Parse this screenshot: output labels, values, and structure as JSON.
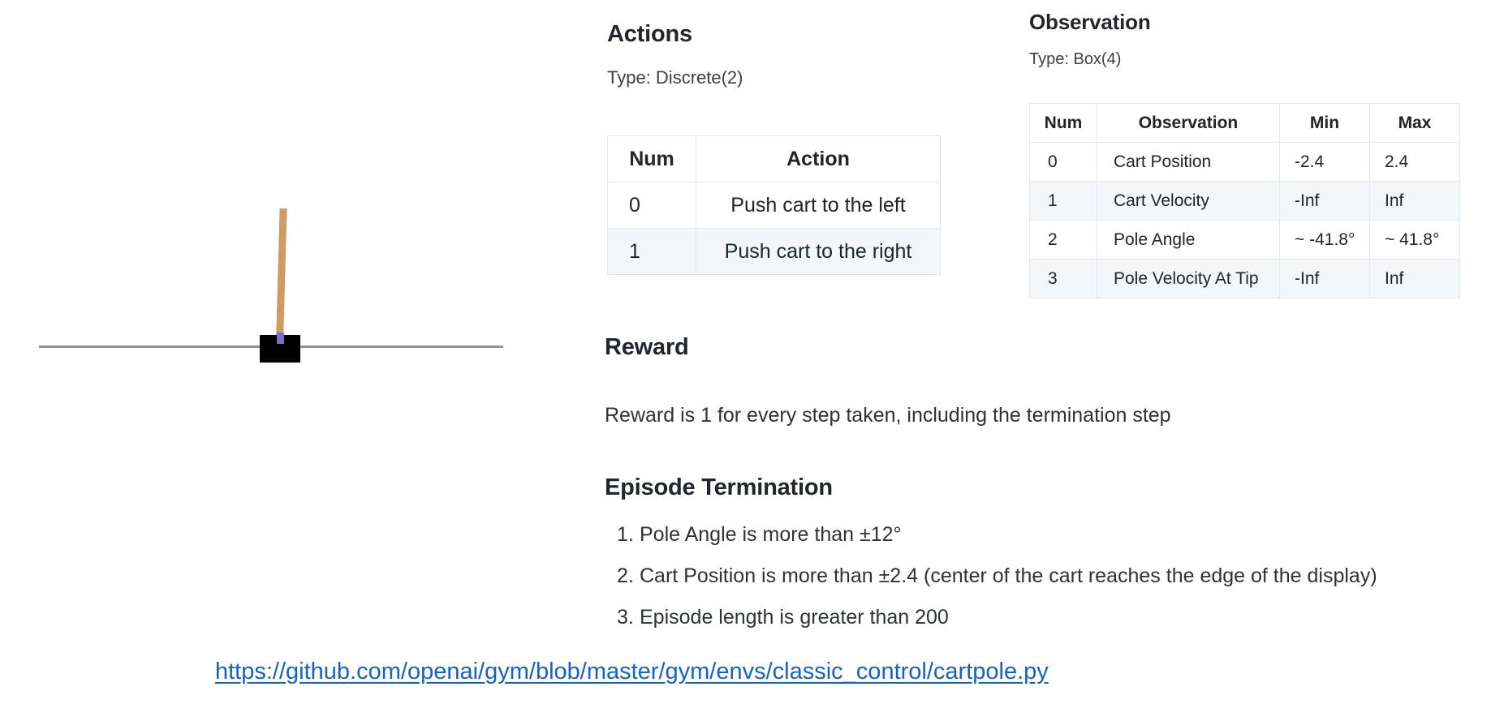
{
  "figure": {
    "name": "cartpole-environment-render",
    "pole_color": "#cf9a63",
    "cart_color": "#000000",
    "axle_color": "#7b6ecb",
    "track_color": "#8f9194"
  },
  "actions": {
    "heading": "Actions",
    "type_line": "Type: Discrete(2)",
    "columns": [
      "Num",
      "Action"
    ],
    "rows": [
      {
        "num": "0",
        "action": "Push cart to the left"
      },
      {
        "num": "1",
        "action": "Push cart to the right"
      }
    ]
  },
  "observation": {
    "heading": "Observation",
    "type_line": "Type: Box(4)",
    "columns": [
      "Num",
      "Observation",
      "Min",
      "Max"
    ],
    "rows": [
      {
        "num": "0",
        "observation": "Cart Position",
        "min": "-2.4",
        "max": "2.4"
      },
      {
        "num": "1",
        "observation": "Cart Velocity",
        "min": "-Inf",
        "max": "Inf"
      },
      {
        "num": "2",
        "observation": "Pole Angle",
        "min": "~ -41.8°",
        "max": "~ 41.8°"
      },
      {
        "num": "3",
        "observation": "Pole Velocity At Tip",
        "min": "-Inf",
        "max": "Inf"
      }
    ]
  },
  "reward": {
    "heading": "Reward",
    "text": "Reward is 1 for every step taken, including the termination step"
  },
  "termination": {
    "heading": "Episode Termination",
    "items": [
      {
        "number": "1.",
        "text": "Pole Angle is more than ±12°"
      },
      {
        "number": "2.",
        "text": "Cart Position is more than ±2.4 (center of the cart reaches the edge of the display)"
      },
      {
        "number": "3.",
        "text": "Episode length is greater than 200"
      }
    ]
  },
  "source": {
    "url_text": "https://github.com/openai/gym/blob/master/gym/envs/classic_control/cartpole.py",
    "color": "#1463c4"
  }
}
